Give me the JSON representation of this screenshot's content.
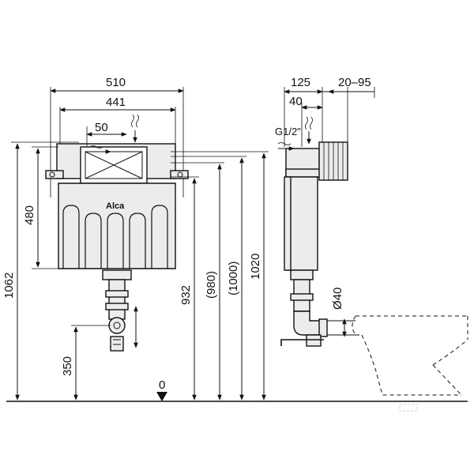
{
  "brand": {
    "name": "Alca"
  },
  "front_view": {
    "dimensions": {
      "overall_width": "510",
      "frame_width": "441",
      "button_offset": "50",
      "tank_height": "480",
      "frame_height": "1062",
      "outlet_height": "350",
      "inlet_height": "932",
      "height_980": "(980)",
      "height_1000": "(1000)",
      "height_1020": "1020",
      "floor_level": "0"
    }
  },
  "side_view": {
    "dimensions": {
      "depth": "125",
      "wall_offset": "40",
      "adjust_range": "20–95",
      "inlet_thread": "G1/2\"",
      "outlet_diameter": "Ø40"
    }
  }
}
